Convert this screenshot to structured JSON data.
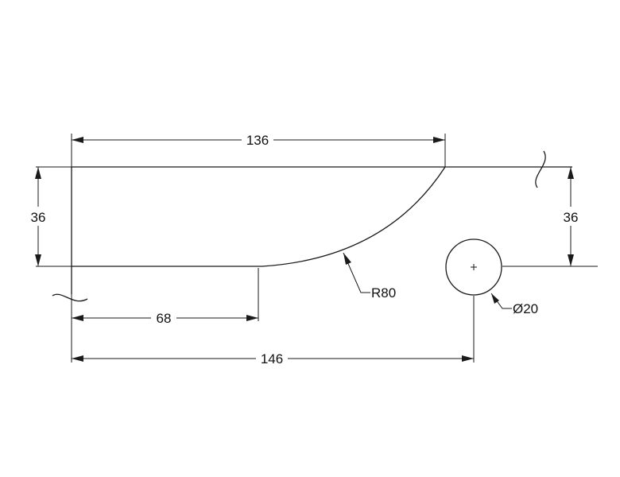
{
  "dimensions": {
    "top_length": "136",
    "left_height": "36",
    "right_height": "36",
    "flat_length": "68",
    "total_length": "146",
    "arc_radius": "R80",
    "hole_diameter": "Ø20"
  }
}
